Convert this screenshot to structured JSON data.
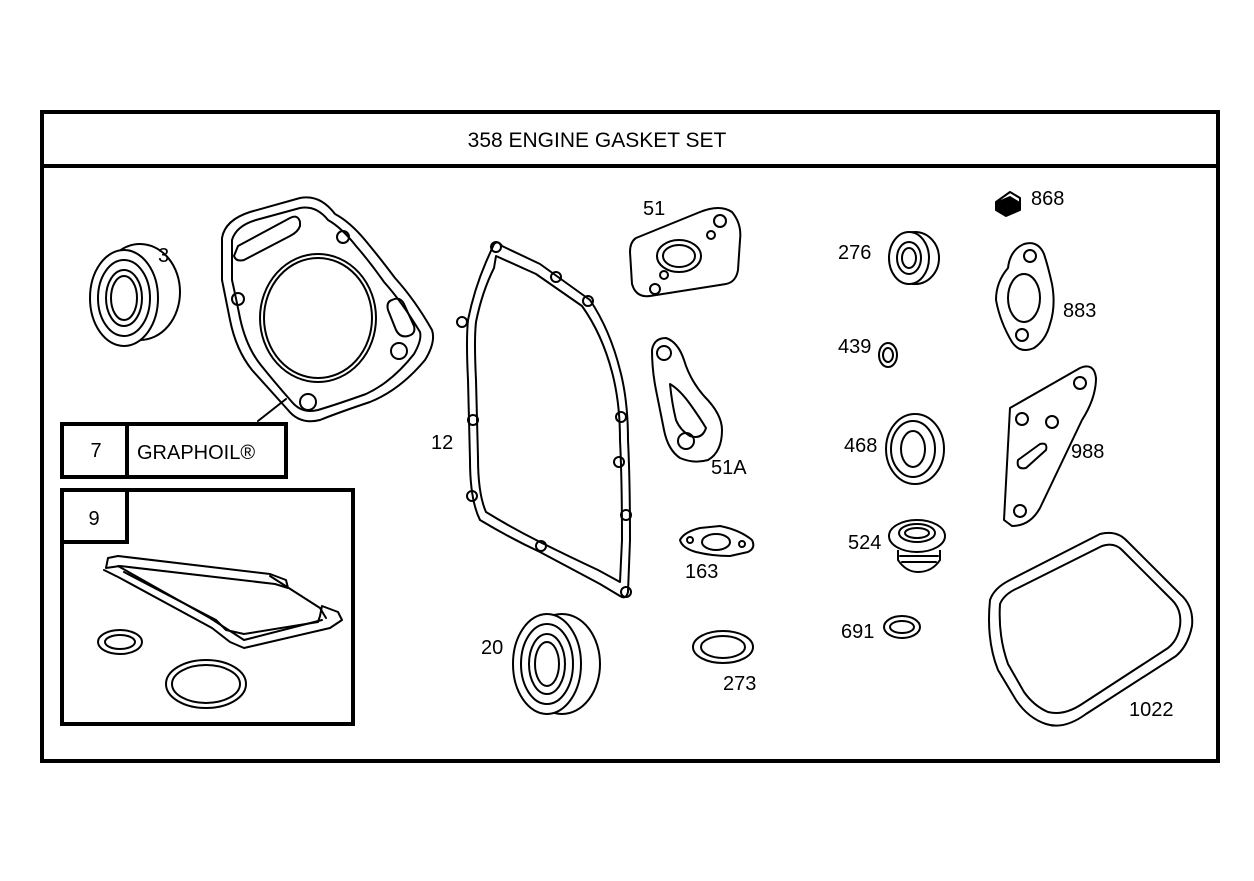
{
  "title": "358 ENGINE GASKET SET",
  "kits": [
    {
      "number": "7",
      "name": "GRAPHOIL®"
    },
    {
      "number": "9",
      "name": ""
    }
  ],
  "parts": [
    {
      "id": "3"
    },
    {
      "id": "12"
    },
    {
      "id": "20"
    },
    {
      "id": "51"
    },
    {
      "id": "51A"
    },
    {
      "id": "163"
    },
    {
      "id": "273"
    },
    {
      "id": "276"
    },
    {
      "id": "439"
    },
    {
      "id": "468"
    },
    {
      "id": "524"
    },
    {
      "id": "691"
    },
    {
      "id": "868"
    },
    {
      "id": "883"
    },
    {
      "id": "988"
    },
    {
      "id": "1022"
    }
  ]
}
